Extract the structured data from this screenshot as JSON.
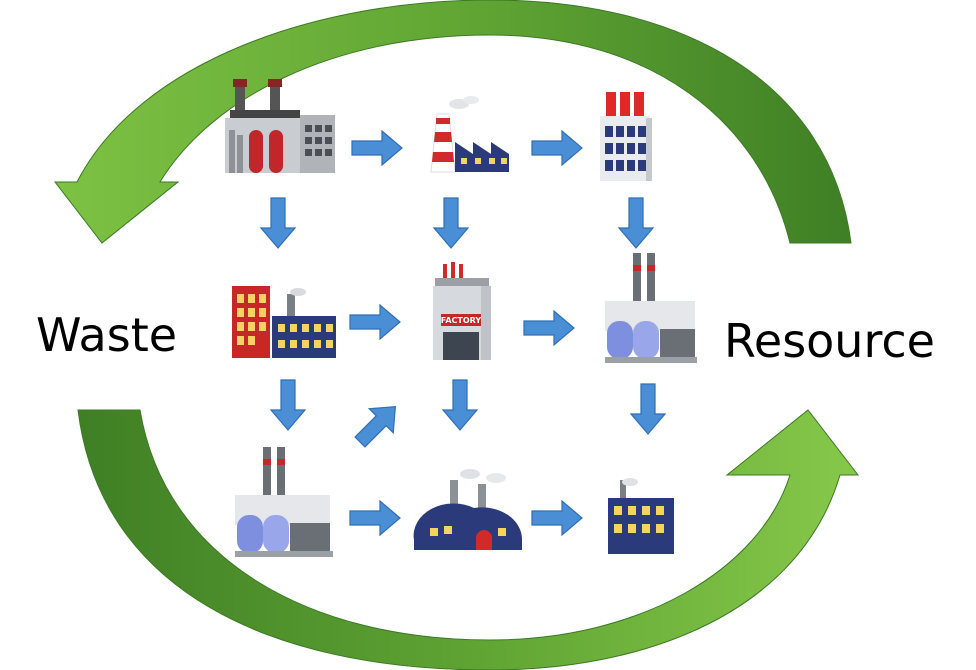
{
  "labels": {
    "left": "Waste",
    "right": "Resource",
    "factory_sign": "FACTORY"
  },
  "colors": {
    "cycle_arrow_dark": "#3f8a2a",
    "cycle_arrow_light": "#7dc243",
    "flow_arrow": "#4a8fd6",
    "flow_arrow_stroke": "#2f6fb5",
    "factory_navy": "#2b3a7a",
    "factory_red": "#cc2a2a",
    "window_yellow": "#f4d35e",
    "steel_grey": "#8c9196",
    "tank_blue": "#7f8fe0"
  },
  "icons": [
    "refinery-icon",
    "coal-plant-icon",
    "power-station-icon",
    "industrial-park-icon",
    "factory-building-icon",
    "chemical-plant-icon",
    "chemical-plant-icon",
    "domed-factory-icon",
    "small-factory-icon"
  ]
}
